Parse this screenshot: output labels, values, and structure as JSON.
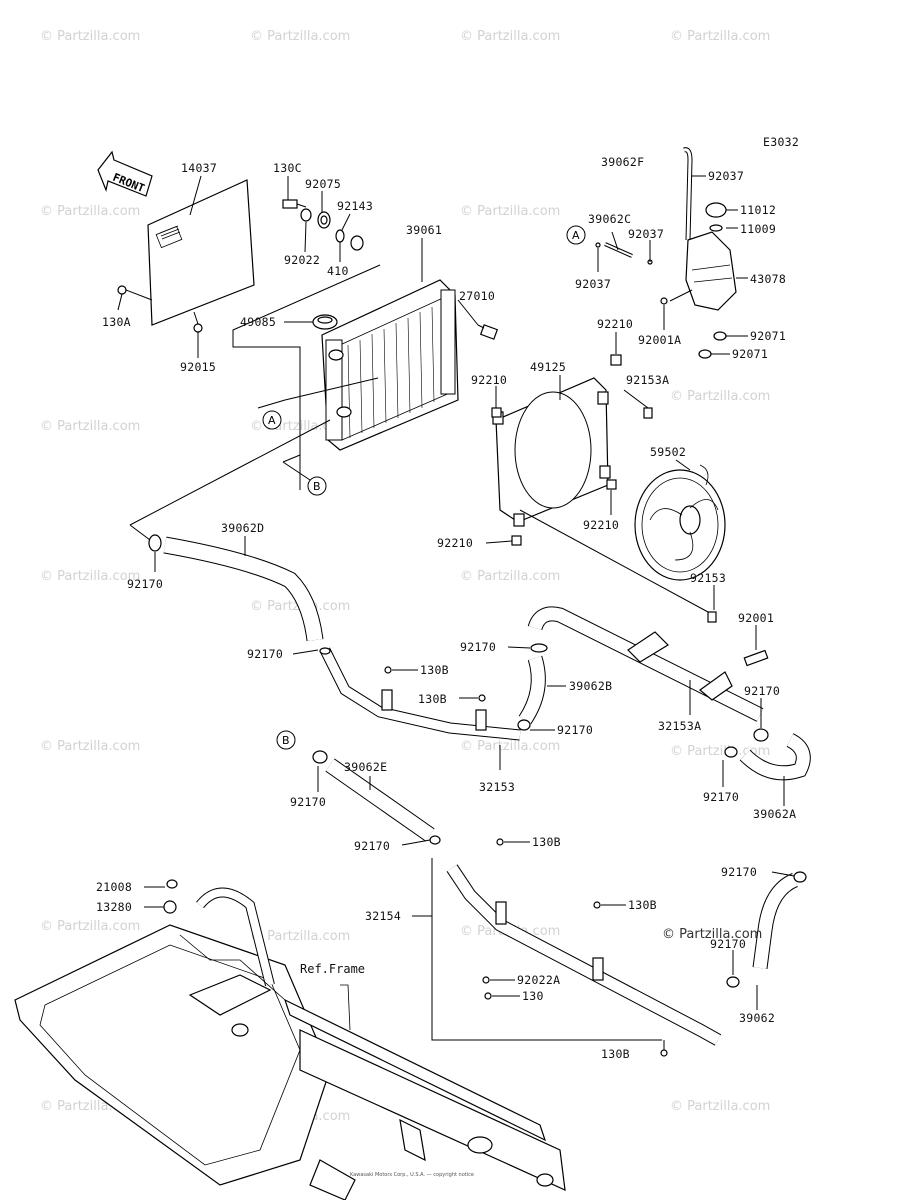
{
  "diagram_code": "E3032",
  "front_label": "FRONT",
  "ref_frame_label": "Ref.Frame",
  "watermark": "© Partzilla.com",
  "partzilla_mark": "© Partzilla.com",
  "copyright_line": "Kawasaki Motors Corp., U.S.A. — copyright notice",
  "circle_labels": [
    "A",
    "B"
  ],
  "callouts": [
    {
      "id": "c14037",
      "text": "14037"
    },
    {
      "id": "c130C",
      "text": "130C"
    },
    {
      "id": "c92075",
      "text": "92075"
    },
    {
      "id": "c92143",
      "text": "92143"
    },
    {
      "id": "c92022",
      "text": "92022"
    },
    {
      "id": "c410",
      "text": "410"
    },
    {
      "id": "c39061",
      "text": "39061"
    },
    {
      "id": "c27010",
      "text": "27010"
    },
    {
      "id": "c49085",
      "text": "49085"
    },
    {
      "id": "c130A",
      "text": "130A"
    },
    {
      "id": "c92015",
      "text": "92015"
    },
    {
      "id": "c39062F",
      "text": "39062F"
    },
    {
      "id": "c92037a",
      "text": "92037"
    },
    {
      "id": "c11012",
      "text": "11012"
    },
    {
      "id": "c39062C",
      "text": "39062C"
    },
    {
      "id": "c92037b",
      "text": "92037"
    },
    {
      "id": "c11009",
      "text": "11009"
    },
    {
      "id": "c43078",
      "text": "43078"
    },
    {
      "id": "c92037c",
      "text": "92037"
    },
    {
      "id": "c92001A",
      "text": "92001A"
    },
    {
      "id": "c92071a",
      "text": "92071"
    },
    {
      "id": "c92071b",
      "text": "92071"
    },
    {
      "id": "c92210a",
      "text": "92210"
    },
    {
      "id": "c49125",
      "text": "49125"
    },
    {
      "id": "c92210b",
      "text": "92210"
    },
    {
      "id": "c92153A",
      "text": "92153A"
    },
    {
      "id": "c59502",
      "text": "59502"
    },
    {
      "id": "c92210c",
      "text": "92210"
    },
    {
      "id": "c92210d",
      "text": "92210"
    },
    {
      "id": "c92153",
      "text": "92153"
    },
    {
      "id": "c39062D",
      "text": "39062D"
    },
    {
      "id": "c92170a",
      "text": "92170"
    },
    {
      "id": "c92001",
      "text": "92001"
    },
    {
      "id": "c92170b",
      "text": "92170"
    },
    {
      "id": "c92170c",
      "text": "92170"
    },
    {
      "id": "c130Ba",
      "text": "130B"
    },
    {
      "id": "c39062B",
      "text": "39062B"
    },
    {
      "id": "c130Bb",
      "text": "130B"
    },
    {
      "id": "c92170d",
      "text": "92170"
    },
    {
      "id": "c92170e",
      "text": "92170"
    },
    {
      "id": "c32153A",
      "text": "32153A"
    },
    {
      "id": "c32153",
      "text": "32153"
    },
    {
      "id": "c39062E",
      "text": "39062E"
    },
    {
      "id": "c92170f",
      "text": "92170"
    },
    {
      "id": "c92170g",
      "text": "92170"
    },
    {
      "id": "c39062A",
      "text": "39062A"
    },
    {
      "id": "c92170h",
      "text": "92170"
    },
    {
      "id": "c130Bc",
      "text": "130B"
    },
    {
      "id": "c21008",
      "text": "21008"
    },
    {
      "id": "c13280",
      "text": "13280"
    },
    {
      "id": "c92170i",
      "text": "92170"
    },
    {
      "id": "c130Bd",
      "text": "130B"
    },
    {
      "id": "c32154",
      "text": "32154"
    },
    {
      "id": "c92170j",
      "text": "92170"
    },
    {
      "id": "c92022A",
      "text": "92022A"
    },
    {
      "id": "c130",
      "text": "130"
    },
    {
      "id": "c39062",
      "text": "39062"
    },
    {
      "id": "c130Be",
      "text": "130B"
    }
  ]
}
